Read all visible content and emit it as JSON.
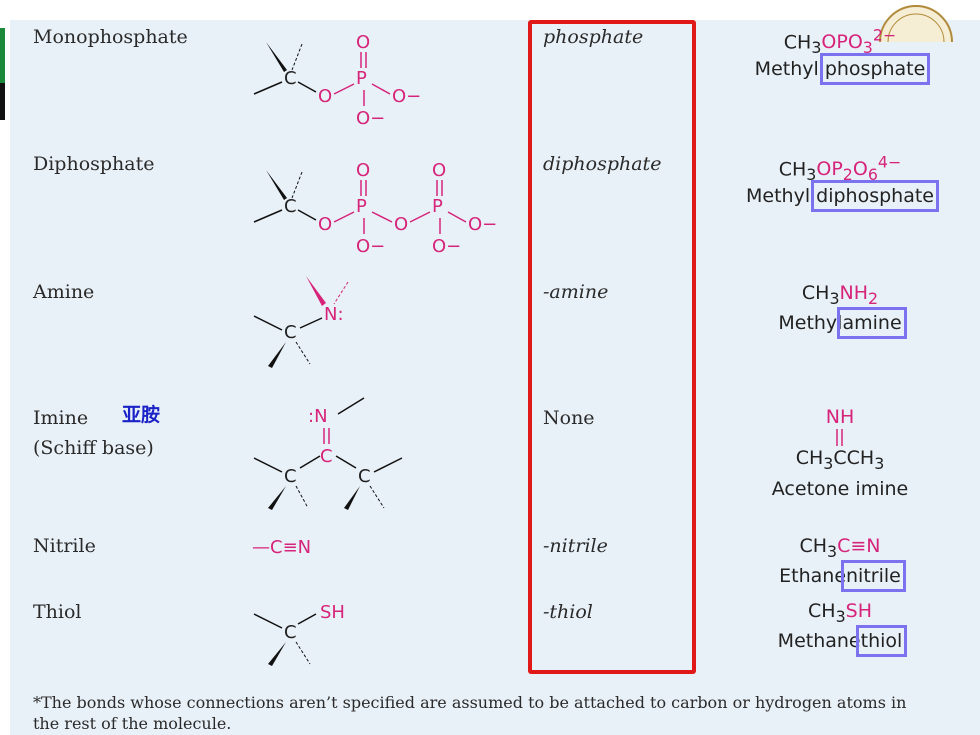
{
  "rows": [
    {
      "name": "Monophosphate",
      "suffix": "phosphate",
      "formula": {
        "pre": "CH",
        "sub": "3",
        "pink": "OPO",
        "psub": "3",
        "psup": "2−"
      },
      "example": {
        "pre": "Methyl ",
        "boxed": "phosphate",
        "post": ""
      }
    },
    {
      "name": "Diphosphate",
      "suffix": "diphosphate",
      "formula": {
        "pre": "CH",
        "sub": "3",
        "pink": "OP",
        "psub": "2",
        "pink2": "O",
        "psub2": "6",
        "psup": "4−"
      },
      "example": {
        "pre": "Methyl ",
        "boxed": "diphosphate",
        "post": ""
      }
    },
    {
      "name": "Amine",
      "suffix": "-amine",
      "formula": {
        "pre": "CH",
        "sub": "3",
        "pink": "NH",
        "psub": "2"
      },
      "example": {
        "pre": "Methyl",
        "boxed": "amine",
        "post": ""
      }
    },
    {
      "name": "Imine",
      "name2": "(Schiff base)",
      "chinese": "亚胺",
      "suffix": "None",
      "formula": {
        "top": "NH",
        "pre": "CH",
        "sub": "3",
        "mid": "CCH",
        "sub2": "3"
      },
      "example": {
        "pre": "Acetone imine",
        "boxed": "",
        "post": ""
      }
    },
    {
      "name": "Nitrile",
      "suffix": "-nitrile",
      "formula": {
        "pre": "CH",
        "sub": "3",
        "pink": "C≡N"
      },
      "example": {
        "pre": "Ethane",
        "boxed": "nitrile",
        "post": ""
      }
    },
    {
      "name": "Thiol",
      "suffix": "-thiol",
      "formula": {
        "pre": "CH",
        "sub": "3",
        "pink": "SH"
      },
      "example": {
        "pre": "Methane",
        "boxed": "thiol",
        "post": ""
      }
    }
  ],
  "structure_labels": {
    "c": "C",
    "o": "O",
    "p": "P",
    "o_minus": "O−",
    "n": "N:",
    "n_imine": ":N",
    "sh": "SH",
    "nitrile": "—C≡N"
  },
  "footnote": "*The bonds whose connections aren’t specified are assumed to be attached to carbon or hydrogen atoms in the rest of the molecule.",
  "colors": {
    "accent_pink": "#d6247a",
    "highlight_box": "#7a72ee",
    "red_box": "#e01818",
    "panel_bg": "#e9f1f8",
    "chinese_text": "#1a22c8"
  }
}
